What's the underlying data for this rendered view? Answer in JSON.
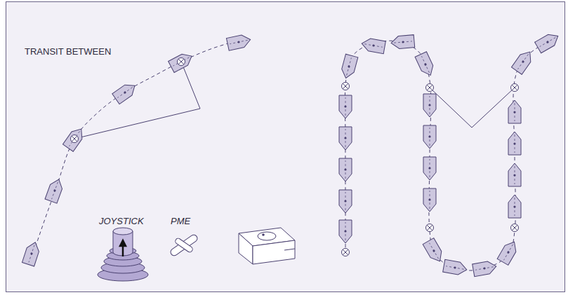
{
  "diagram": {
    "labels": [
      "TRANSIT BETWEEN",
      "JOYSTICK",
      "PME"
    ]
  }
}
